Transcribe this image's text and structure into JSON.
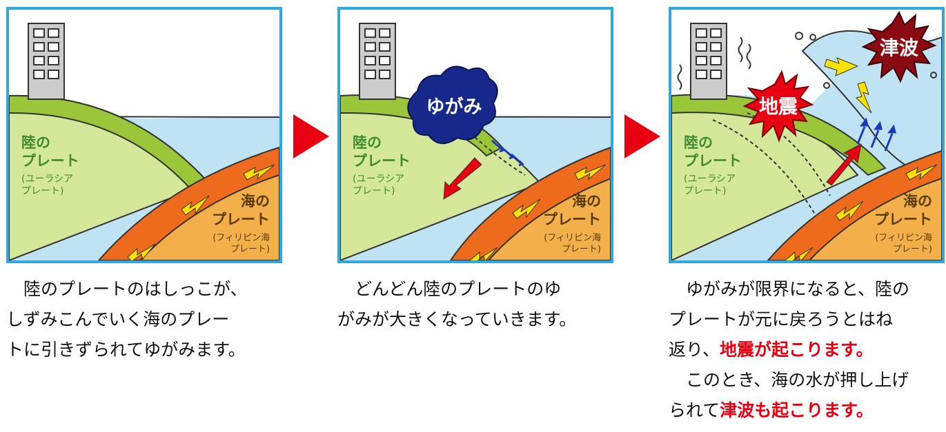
{
  "panels": [
    {
      "land_plate": "陸の\nプレート",
      "land_plate_sub": "(ユーラシア\nプレート)",
      "sea_plate": "海の\nプレート",
      "sea_plate_sub": "(フィリピン海\nプレート)"
    },
    {
      "land_plate": "陸の\nプレート",
      "land_plate_sub": "(ユーラシア\nプレート)",
      "sea_plate": "海の\nプレート",
      "sea_plate_sub": "(フィリピン海\nプレート)",
      "distortion_label": "ゆがみ"
    },
    {
      "land_plate": "陸の\nプレート",
      "land_plate_sub": "(ユーラシア\nプレート)",
      "sea_plate": "海の\nプレート",
      "sea_plate_sub": "(フィリピン海\nプレート)",
      "earthquake_label": "地震",
      "tsunami_label": "津波"
    }
  ],
  "captions": [
    {
      "lines": [
        "　陸のプレートのはしっこが、",
        "しずみこんでいく海のプレー",
        "トに引きずられてゆがみます。"
      ]
    },
    {
      "lines": [
        "　どんどん陸のプレートのゆ",
        "がみが大きくなっていきます。"
      ]
    },
    {
      "line1": "　ゆがみが限界になると、陸の",
      "line2": "プレートが元に戻ろうとはね",
      "line3_pre": "返り、",
      "line3_hl": "地震が起こります。",
      "line4": "　このとき、海の水が押し上げ",
      "line5_pre": "られて",
      "line5_hl": "津波も起こります。"
    }
  ],
  "colors": {
    "frame": "#2ea8e0",
    "land": "#d5e89a",
    "land_plate_edge": "#9cc63a",
    "sea": "#bfe3f2",
    "sea_plate": "#f3b04a",
    "plate_outer": "#ee6a1d",
    "accent_red": "#e60012",
    "label_green": "#3d8b2f"
  }
}
